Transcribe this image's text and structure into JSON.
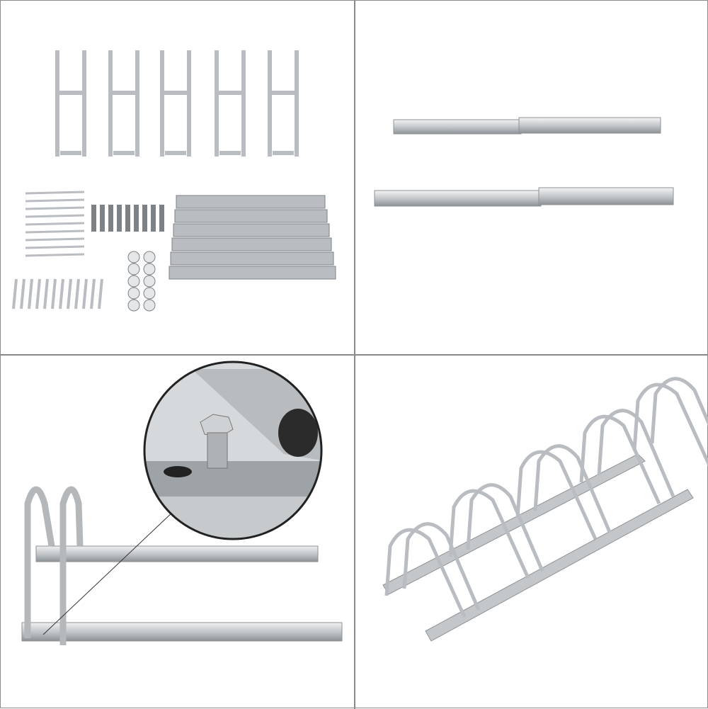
{
  "colors": {
    "background": "#ffffff",
    "divider": "#8a8a8a",
    "metal_light": "#e4e6e8",
    "metal_mid": "#b9bdc1",
    "metal_dark": "#7d8286"
  },
  "panels": [
    {
      "subject": "parts-layout"
    },
    {
      "subject": "base-bars"
    },
    {
      "subject": "assembly-detail-zoom"
    },
    {
      "subject": "assembled-rack"
    }
  ]
}
